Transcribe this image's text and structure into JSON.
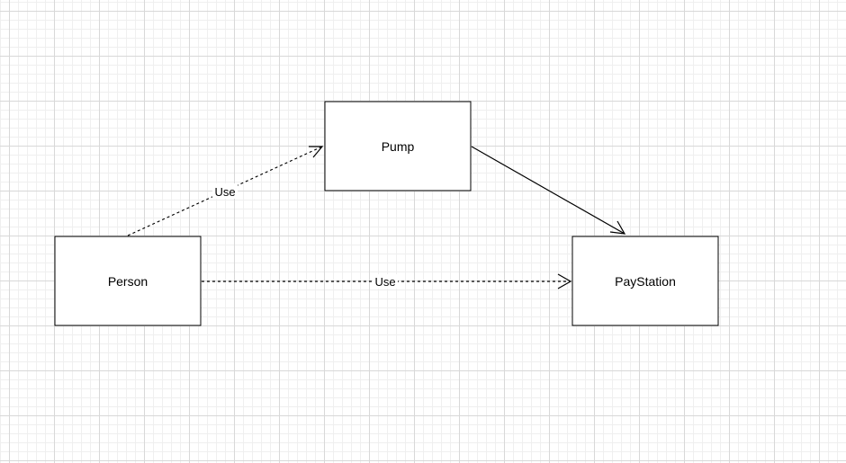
{
  "diagram": {
    "nodes": {
      "pump": {
        "label": "Pump"
      },
      "person": {
        "label": "Person"
      },
      "paystation": {
        "label": "PayStation"
      }
    },
    "edges": {
      "person_to_pump": {
        "label": "Use",
        "style": "dashed"
      },
      "person_to_paystation": {
        "label": "Use",
        "style": "dashed"
      },
      "pump_to_paystation": {
        "label": "",
        "style": "solid"
      }
    }
  }
}
